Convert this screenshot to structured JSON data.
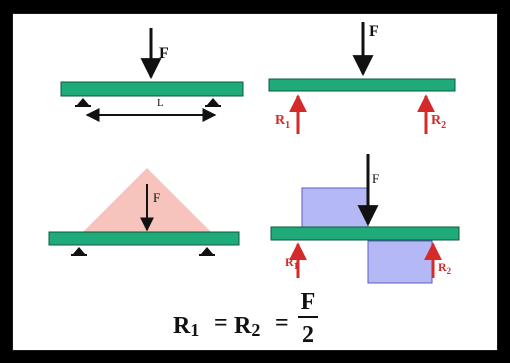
{
  "colors": {
    "frame": "#000000",
    "panel": "#ffffff",
    "beam": "#1faa7a",
    "beam_edge": "#0b5a3e",
    "reaction": "#d42a2a",
    "moment": "#f6c4bc",
    "shear": "#b4b8f4",
    "ink": "#111111"
  },
  "labels": {
    "load": "F",
    "span": "L",
    "reaction_left_base": "R",
    "reaction_left_sub": "1",
    "reaction_right_base": "R",
    "reaction_right_sub": "2"
  },
  "equation": {
    "r1_base": "R",
    "r1_sub": "1",
    "equals": "=",
    "r2_base": "R",
    "r2_sub": "2",
    "numerator": "F",
    "denominator": "2"
  },
  "icons": {
    "support": "triangle-support-icon",
    "force": "down-arrow-icon",
    "reaction": "up-arrow-icon"
  }
}
